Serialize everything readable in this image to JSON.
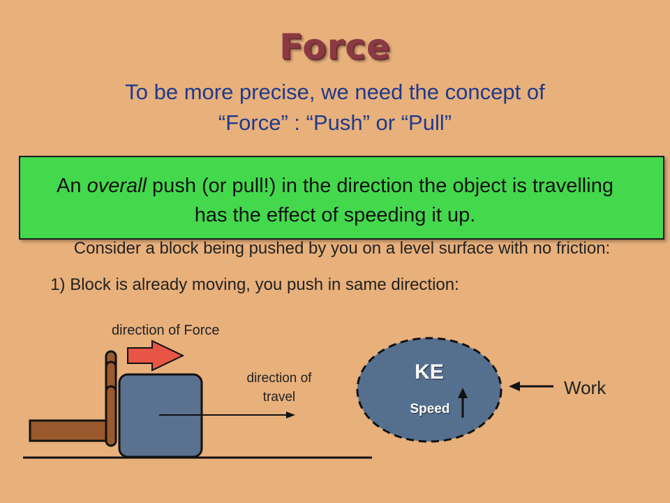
{
  "slide": {
    "title": "Force",
    "subtitle_line1": "To be more precise, we need the concept of",
    "subtitle_line2": "“Force” : “Push” or “Pull”",
    "callout": {
      "prefix": "An ",
      "emphasis": "overall",
      "rest_line1": " push (or pull!) in the direction the object is travelling",
      "line2": "has the effect of speeding it up."
    },
    "consider_text": "Consider a block being pushed by you on a level surface with no friction:",
    "case1_text": "1) Block is already moving, you push in same direction:",
    "diagram": {
      "force_label": "direction of Force",
      "travel_label_line1": "direction of",
      "travel_label_line2": "travel",
      "ke_label": "KE",
      "speed_label": "Speed",
      "work_label": "Work"
    },
    "colors": {
      "background": "#e8b07b",
      "title": "#8a3a42",
      "subtitle": "#1f3a8c",
      "callout_bg": "#44d94d",
      "block": "#5a7190",
      "pusher": "#9a5a2d",
      "force_arrow": "#e85544",
      "ke_circle": "#55708f"
    }
  }
}
